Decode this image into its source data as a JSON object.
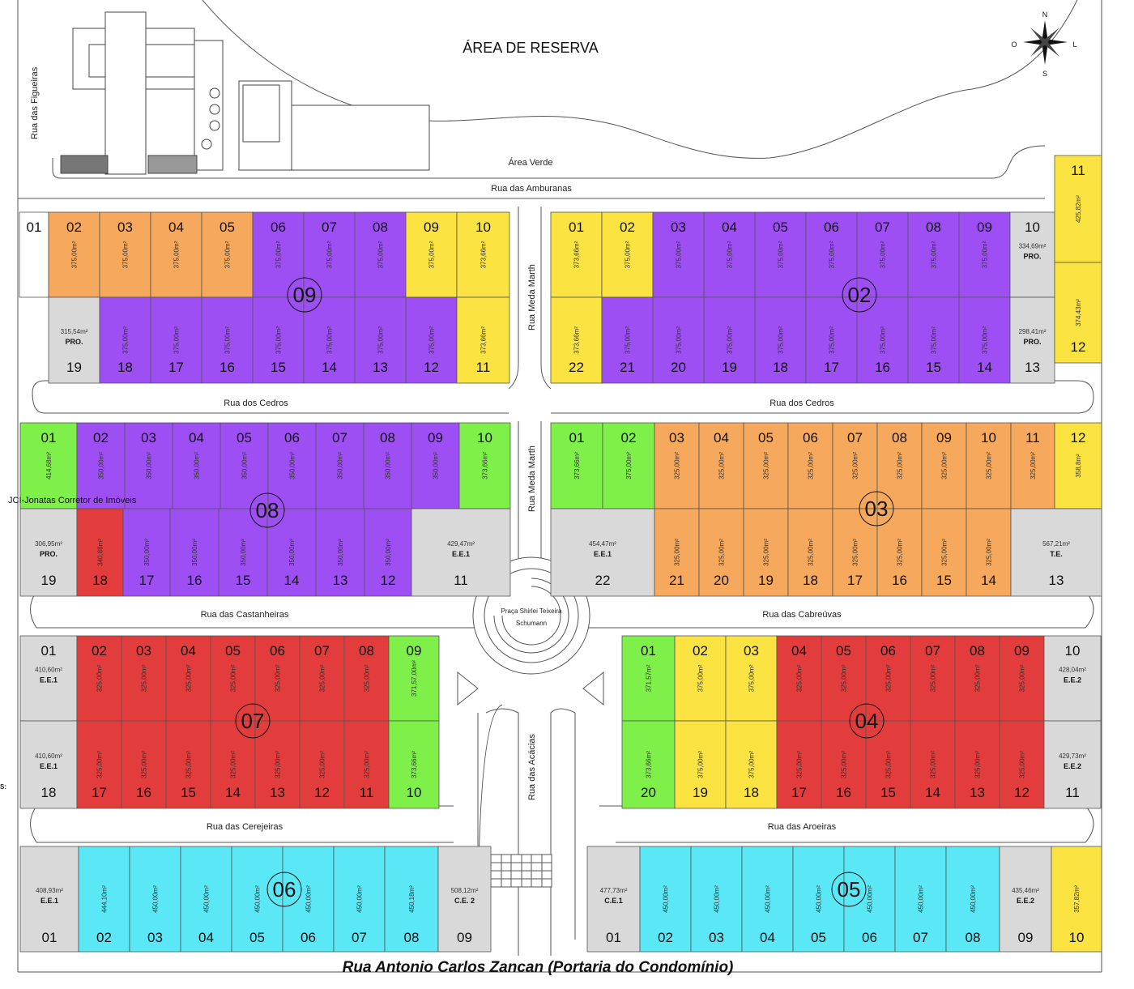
{
  "header": {
    "title": "ÁREA DE RESERVA",
    "green_area": "Área Verde"
  },
  "footer": {
    "street_text": "Rua Antonio Carlos Zancan (Portaria do Condomínio)"
  },
  "watermark": "JCI-Jonatas Corretor de Imóveis",
  "compass": {
    "n": "N",
    "s": "S",
    "o": "O",
    "l": "L"
  },
  "plaza": {
    "line1": "Praça Shirlei Teixeira",
    "line2": "Schumann"
  },
  "streets": {
    "figueiras": "Rua das Figueiras",
    "amburanas": "Rua das Amburanas",
    "cedros": "Rua dos Cedros",
    "meda_marth": "Rua Meda Marth",
    "castanheiras": "Rua das Castanheiras",
    "cabreuvas": "Rua das Cabreúvas",
    "cerejeiras": "Rua das Cerejeiras",
    "aroeiras": "Rua das Aroeiras",
    "acacias": "Rua das Acácias"
  },
  "colors": {
    "orange": "#f6a95c",
    "purple": "#9e4ff3",
    "yellow": "#fbe341",
    "green": "#7ff04a",
    "red": "#e23c3c",
    "cyan": "#5ae7f6",
    "gray": "#d9d9d9",
    "white": "#ffffff"
  },
  "side_label": "S:",
  "lots": [
    {
      "block": "09",
      "num": "01",
      "color": "white"
    },
    {
      "block": "09",
      "num": "02",
      "color": "orange",
      "area": "375,00m²"
    },
    {
      "block": "09",
      "num": "03",
      "color": "orange",
      "area": "375,00m²"
    },
    {
      "block": "09",
      "num": "04",
      "color": "orange",
      "area": "375,00m²"
    },
    {
      "block": "09",
      "num": "05",
      "color": "orange",
      "area": "375,00m²"
    },
    {
      "block": "09",
      "num": "06",
      "color": "purple",
      "area": "375,00m²"
    },
    {
      "block": "09",
      "num": "07",
      "color": "purple",
      "area": "375,00m²"
    },
    {
      "block": "09",
      "num": "08",
      "color": "purple",
      "area": "375,00m²"
    },
    {
      "block": "09",
      "num": "09",
      "color": "yellow",
      "area": "375,00m²"
    },
    {
      "block": "09",
      "num": "10",
      "color": "yellow",
      "area": "373,66m²"
    },
    {
      "block": "09",
      "num": "19",
      "color": "gray",
      "area": "315,54m²",
      "tag": "PRO."
    },
    {
      "block": "09",
      "num": "18",
      "color": "purple",
      "area": "375,00m²"
    },
    {
      "block": "09",
      "num": "17",
      "color": "purple",
      "area": "375,00m²"
    },
    {
      "block": "09",
      "num": "16",
      "color": "purple",
      "area": "375,00m²"
    },
    {
      "block": "09",
      "num": "15",
      "color": "purple",
      "area": "375,00m²"
    },
    {
      "block": "09",
      "num": "14",
      "color": "purple",
      "area": "375,00m²"
    },
    {
      "block": "09",
      "num": "13",
      "color": "purple",
      "area": "375,00m²"
    },
    {
      "block": "09",
      "num": "12",
      "color": "purple",
      "area": "375,00m²"
    },
    {
      "block": "09",
      "num": "11",
      "color": "yellow",
      "area": "373,66m²"
    },
    {
      "block": "02",
      "num": "01",
      "color": "yellow",
      "area": "373,66m²"
    },
    {
      "block": "02",
      "num": "02",
      "color": "yellow",
      "area": "375,00m²"
    },
    {
      "block": "02",
      "num": "03",
      "color": "purple",
      "area": "375,00m²"
    },
    {
      "block": "02",
      "num": "04",
      "color": "purple",
      "area": "375,00m²"
    },
    {
      "block": "02",
      "num": "05",
      "color": "purple",
      "area": "375,00m²"
    },
    {
      "block": "02",
      "num": "06",
      "color": "purple",
      "area": "375,00m²"
    },
    {
      "block": "02",
      "num": "07",
      "color": "purple",
      "area": "375,00m²"
    },
    {
      "block": "02",
      "num": "08",
      "color": "purple",
      "area": "375,00m²"
    },
    {
      "block": "02",
      "num": "09",
      "color": "purple",
      "area": "375,00m²"
    },
    {
      "block": "02",
      "num": "10",
      "color": "gray",
      "area": "334,69m²",
      "tag": "PRO."
    },
    {
      "block": "02",
      "num": "22",
      "color": "yellow",
      "area": "373,66m²"
    },
    {
      "block": "02",
      "num": "21",
      "color": "purple",
      "area": "375,00m²"
    },
    {
      "block": "02",
      "num": "20",
      "color": "purple",
      "area": "375,00m²"
    },
    {
      "block": "02",
      "num": "19",
      "color": "purple",
      "area": "375,00m²"
    },
    {
      "block": "02",
      "num": "18",
      "color": "purple",
      "area": "375,00m²"
    },
    {
      "block": "02",
      "num": "17",
      "color": "purple",
      "area": "375,00m²"
    },
    {
      "block": "02",
      "num": "16",
      "color": "purple",
      "area": "375,00m²"
    },
    {
      "block": "02",
      "num": "15",
      "color": "purple",
      "area": "375,00m²"
    },
    {
      "block": "02",
      "num": "14",
      "color": "purple",
      "area": "375,00m²"
    },
    {
      "block": "02",
      "num": "13",
      "color": "gray",
      "area": "298,41m²",
      "tag": "PRO."
    },
    {
      "block": "02",
      "num": "11",
      "color": "yellow",
      "area": "425,82m²"
    },
    {
      "block": "02",
      "num": "12",
      "color": "yellow",
      "area": "374,43m²"
    },
    {
      "block": "08",
      "num": "01",
      "color": "green",
      "area": "414,68m²"
    },
    {
      "block": "08",
      "num": "02",
      "color": "purple",
      "area": "350,00m²"
    },
    {
      "block": "08",
      "num": "03",
      "color": "purple",
      "area": "350,00m²"
    },
    {
      "block": "08",
      "num": "04",
      "color": "purple",
      "area": "350,00m²"
    },
    {
      "block": "08",
      "num": "05",
      "color": "purple",
      "area": "350,00m²"
    },
    {
      "block": "08",
      "num": "06",
      "color": "purple",
      "area": "350,00m²"
    },
    {
      "block": "08",
      "num": "07",
      "color": "purple",
      "area": "350,00m²"
    },
    {
      "block": "08",
      "num": "08",
      "color": "purple",
      "area": "350,00m²"
    },
    {
      "block": "08",
      "num": "09",
      "color": "purple",
      "area": "350,00m²"
    },
    {
      "block": "08",
      "num": "10",
      "color": "green",
      "area": "373,66m²"
    },
    {
      "block": "08",
      "num": "19",
      "color": "gray",
      "area": "306,95m²",
      "tag": "PRO."
    },
    {
      "block": "08",
      "num": "18",
      "color": "red",
      "area": "340,88m²"
    },
    {
      "block": "08",
      "num": "17",
      "color": "purple",
      "area": "350,00m²"
    },
    {
      "block": "08",
      "num": "16",
      "color": "purple",
      "area": "350,00m²"
    },
    {
      "block": "08",
      "num": "15",
      "color": "purple",
      "area": "350,00m²"
    },
    {
      "block": "08",
      "num": "14",
      "color": "purple",
      "area": "350,00m²"
    },
    {
      "block": "08",
      "num": "13",
      "color": "purple",
      "area": "350,00m²"
    },
    {
      "block": "08",
      "num": "12",
      "color": "purple",
      "area": "350,00m²"
    },
    {
      "block": "08",
      "num": "11",
      "color": "gray",
      "area": "429,47m²",
      "tag": "E.E.1"
    },
    {
      "block": "03",
      "num": "01",
      "color": "green",
      "area": "373,66m²"
    },
    {
      "block": "03",
      "num": "02",
      "color": "green",
      "area": "375,00m²"
    },
    {
      "block": "03",
      "num": "03",
      "color": "orange",
      "area": "325,00m²"
    },
    {
      "block": "03",
      "num": "04",
      "color": "orange",
      "area": "325,00m²"
    },
    {
      "block": "03",
      "num": "05",
      "color": "orange",
      "area": "325,00m²"
    },
    {
      "block": "03",
      "num": "06",
      "color": "orange",
      "area": "325,00m²"
    },
    {
      "block": "03",
      "num": "07",
      "color": "orange",
      "area": "325,00m²"
    },
    {
      "block": "03",
      "num": "08",
      "color": "orange",
      "area": "325,00m²"
    },
    {
      "block": "03",
      "num": "09",
      "color": "orange",
      "area": "325,00m²"
    },
    {
      "block": "03",
      "num": "10",
      "color": "orange",
      "area": "325,00m²"
    },
    {
      "block": "03",
      "num": "11",
      "color": "orange",
      "area": "325,00m²"
    },
    {
      "block": "03",
      "num": "12",
      "color": "yellow",
      "area": "358,8m²"
    },
    {
      "block": "03",
      "num": "22",
      "color": "gray",
      "area": "454,47m²",
      "tag": "E.E.1"
    },
    {
      "block": "03",
      "num": "21",
      "color": "orange",
      "area": "325,00m²"
    },
    {
      "block": "03",
      "num": "20",
      "color": "orange",
      "area": "325,00m²"
    },
    {
      "block": "03",
      "num": "19",
      "color": "orange",
      "area": "325,00m²"
    },
    {
      "block": "03",
      "num": "18",
      "color": "orange",
      "area": "325,00m²"
    },
    {
      "block": "03",
      "num": "17",
      "color": "orange",
      "area": "325,00m²"
    },
    {
      "block": "03",
      "num": "16",
      "color": "orange",
      "area": "325,00m²"
    },
    {
      "block": "03",
      "num": "15",
      "color": "orange",
      "area": "325,00m²"
    },
    {
      "block": "03",
      "num": "14",
      "color": "orange",
      "area": "325,00m²"
    },
    {
      "block": "03",
      "num": "13",
      "color": "gray",
      "area": "567,21m²",
      "tag": "T.E."
    },
    {
      "block": "07",
      "num": "01",
      "color": "gray",
      "area": "410,60m²",
      "tag": "E.E.1"
    },
    {
      "block": "07",
      "num": "02",
      "color": "red",
      "area": "325,00m²"
    },
    {
      "block": "07",
      "num": "03",
      "color": "red",
      "area": "325,00m²"
    },
    {
      "block": "07",
      "num": "04",
      "color": "red",
      "area": "325,00m²"
    },
    {
      "block": "07",
      "num": "05",
      "color": "red",
      "area": "325,00m²"
    },
    {
      "block": "07",
      "num": "06",
      "color": "red",
      "area": "325,00m²"
    },
    {
      "block": "07",
      "num": "07",
      "color": "red",
      "area": "325,00m²"
    },
    {
      "block": "07",
      "num": "08",
      "color": "red",
      "area": "325,00m²"
    },
    {
      "block": "07",
      "num": "09",
      "color": "green",
      "area": "371,57,00m²"
    },
    {
      "block": "07",
      "num": "18",
      "color": "gray",
      "area": "410,60m²",
      "tag": "E.E.1"
    },
    {
      "block": "07",
      "num": "17",
      "color": "red",
      "area": "325,00m²"
    },
    {
      "block": "07",
      "num": "16",
      "color": "red",
      "area": "325,00m²"
    },
    {
      "block": "07",
      "num": "15",
      "color": "red",
      "area": "325,00m²"
    },
    {
      "block": "07",
      "num": "14",
      "color": "red",
      "area": "325,00m²"
    },
    {
      "block": "07",
      "num": "13",
      "color": "red",
      "area": "325,00m²"
    },
    {
      "block": "07",
      "num": "12",
      "color": "red",
      "area": "325,00m²"
    },
    {
      "block": "07",
      "num": "11",
      "color": "red",
      "area": "325,00m²"
    },
    {
      "block": "07",
      "num": "10",
      "color": "green",
      "area": "373,66m²"
    },
    {
      "block": "04",
      "num": "01",
      "color": "green",
      "area": "371,57m²"
    },
    {
      "block": "04",
      "num": "02",
      "color": "yellow",
      "area": "375,00m²"
    },
    {
      "block": "04",
      "num": "03",
      "color": "yellow",
      "area": "375,00m²"
    },
    {
      "block": "04",
      "num": "04",
      "color": "red",
      "area": "325,00m²"
    },
    {
      "block": "04",
      "num": "05",
      "color": "red",
      "area": "325,00m²"
    },
    {
      "block": "04",
      "num": "06",
      "color": "red",
      "area": "325,00m²"
    },
    {
      "block": "04",
      "num": "07",
      "color": "red",
      "area": "325,00m²"
    },
    {
      "block": "04",
      "num": "08",
      "color": "red",
      "area": "325,00m²"
    },
    {
      "block": "04",
      "num": "09",
      "color": "red",
      "area": "325,00m²"
    },
    {
      "block": "04",
      "num": "10",
      "color": "gray",
      "area": "428,04m²",
      "tag": "E.E.2"
    },
    {
      "block": "04",
      "num": "20",
      "color": "green",
      "area": "373,66m²"
    },
    {
      "block": "04",
      "num": "19",
      "color": "yellow",
      "area": "375,00m²"
    },
    {
      "block": "04",
      "num": "18",
      "color": "yellow",
      "area": "375,00m²"
    },
    {
      "block": "04",
      "num": "17",
      "color": "red",
      "area": "325,00m²"
    },
    {
      "block": "04",
      "num": "16",
      "color": "red",
      "area": "325,00m²"
    },
    {
      "block": "04",
      "num": "15",
      "color": "red",
      "area": "325,00m²"
    },
    {
      "block": "04",
      "num": "14",
      "color": "red",
      "area": "325,00m²"
    },
    {
      "block": "04",
      "num": "13",
      "color": "red",
      "area": "325,00m²"
    },
    {
      "block": "04",
      "num": "12",
      "color": "red",
      "area": "325,00m²"
    },
    {
      "block": "04",
      "num": "11",
      "color": "gray",
      "area": "429,73m²",
      "tag": "E.E.2"
    },
    {
      "block": "06",
      "num": "01",
      "color": "gray",
      "area": "408,93m²",
      "tag": "E.E.1"
    },
    {
      "block": "06",
      "num": "02",
      "color": "cyan",
      "area": "444,10m²"
    },
    {
      "block": "06",
      "num": "03",
      "color": "cyan",
      "area": "450,00m²"
    },
    {
      "block": "06",
      "num": "04",
      "color": "cyan",
      "area": "450,00m²"
    },
    {
      "block": "06",
      "num": "05",
      "color": "cyan",
      "area": "450,00m²"
    },
    {
      "block": "06",
      "num": "06",
      "color": "cyan",
      "area": "450,00m²"
    },
    {
      "block": "06",
      "num": "07",
      "color": "cyan",
      "area": "450,00m²"
    },
    {
      "block": "06",
      "num": "08",
      "color": "cyan",
      "area": "450,18m²"
    },
    {
      "block": "06",
      "num": "09",
      "color": "gray",
      "area": "508,12m²",
      "tag": "C.E. 2"
    },
    {
      "block": "05",
      "num": "01",
      "color": "gray",
      "area": "477,73m²",
      "tag": "C.E.1"
    },
    {
      "block": "05",
      "num": "02",
      "color": "cyan",
      "area": "450,00m²"
    },
    {
      "block": "05",
      "num": "03",
      "color": "cyan",
      "area": "450,00m²"
    },
    {
      "block": "05",
      "num": "04",
      "color": "cyan",
      "area": "450,00m²"
    },
    {
      "block": "05",
      "num": "05",
      "color": "cyan",
      "area": "450,00m²"
    },
    {
      "block": "05",
      "num": "06",
      "color": "cyan",
      "area": "450,00m²"
    },
    {
      "block": "05",
      "num": "07",
      "color": "cyan",
      "area": "450,00m²"
    },
    {
      "block": "05",
      "num": "08",
      "color": "cyan",
      "area": "450,00m²"
    },
    {
      "block": "05",
      "num": "09",
      "color": "gray",
      "area": "435,46m²",
      "tag": "E.E.2"
    },
    {
      "block": "05",
      "num": "10",
      "color": "yellow",
      "area": "357,82m²"
    }
  ]
}
